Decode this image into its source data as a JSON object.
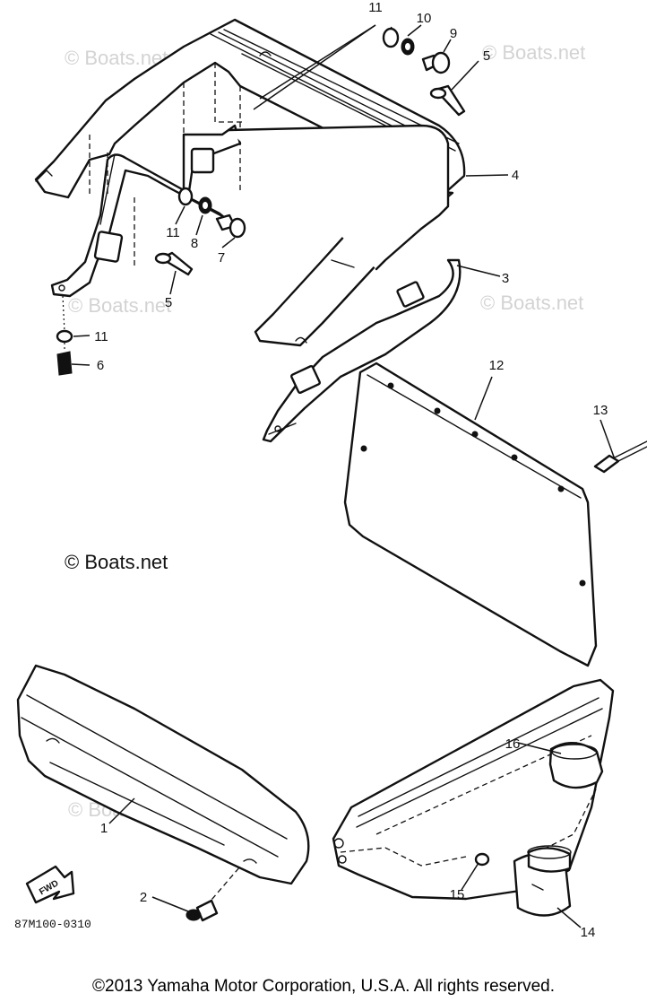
{
  "diagram": {
    "watermark": "© Boats.net",
    "drawing_code": "87M100-0310",
    "fwd_label": "FWD",
    "copyright": "©2013 Yamaha Motor Corporation, U.S.A. All rights reserved.",
    "callouts": [
      {
        "id": "c11a",
        "label": "11"
      },
      {
        "id": "c10",
        "label": "10"
      },
      {
        "id": "c9",
        "label": "9"
      },
      {
        "id": "c5a",
        "label": "5"
      },
      {
        "id": "c4",
        "label": "4"
      },
      {
        "id": "c11b",
        "label": "11"
      },
      {
        "id": "c8",
        "label": "8"
      },
      {
        "id": "c7",
        "label": "7"
      },
      {
        "id": "c5b",
        "label": "5"
      },
      {
        "id": "c3",
        "label": "3"
      },
      {
        "id": "c11c",
        "label": "11"
      },
      {
        "id": "c6",
        "label": "6"
      },
      {
        "id": "c12",
        "label": "12"
      },
      {
        "id": "c13",
        "label": "13"
      },
      {
        "id": "c16",
        "label": "16"
      },
      {
        "id": "c1",
        "label": "1"
      },
      {
        "id": "c2",
        "label": "2"
      },
      {
        "id": "c15",
        "label": "15"
      },
      {
        "id": "c14",
        "label": "14"
      }
    ]
  }
}
